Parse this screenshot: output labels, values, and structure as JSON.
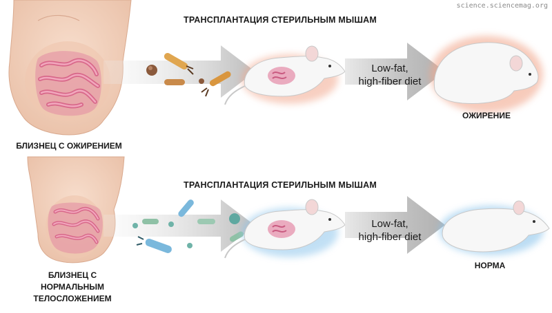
{
  "credit": "science.sciencemag.org",
  "rows": [
    {
      "heading": "ТРАНСПЛАНТАЦИЯ СТЕРИЛЬНЫМ МЫШАМ",
      "donor_label": "БЛИЗНЕЦ С ОЖИРЕНИЕМ",
      "diet_line1": "Low-fat,",
      "diet_line2": "high-fiber diet",
      "outcome": "ОЖИРЕНИЕ",
      "glow_color": "#f2a98f",
      "microbe_color": "#c98a4a"
    },
    {
      "heading": "ТРАНСПЛАНТАЦИЯ СТЕРИЛЬНЫМ МЫШАМ",
      "donor_label_line1": "БЛИЗНЕЦ С",
      "donor_label_line2": "НОРМАЛЬНЫМ",
      "donor_label_line3": "ТЕЛОСЛОЖЕНИЕМ",
      "diet_line1": "Low-fat,",
      "diet_line2": "high-fiber diet",
      "outcome": "НОРМА",
      "glow_color": "#8fc6ec",
      "microbe_color": "#6fb3a8"
    }
  ],
  "colors": {
    "skin_top": "#f3d3c0",
    "skin_bottom": "#efcbb5",
    "intestine": "#e889a6",
    "arrow": "#bdbdbd",
    "mouse": "#f7f7f7"
  }
}
